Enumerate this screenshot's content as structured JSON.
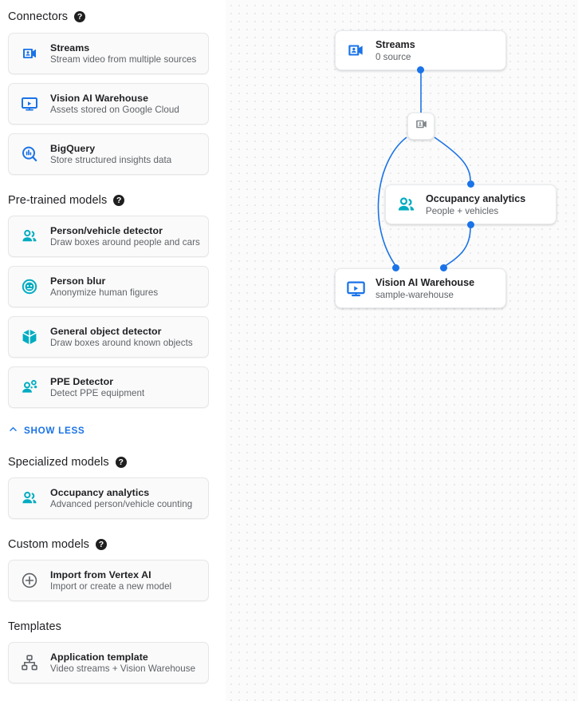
{
  "sidebar": {
    "sections": [
      {
        "title": "Connectors",
        "has_help": true,
        "help_icon": "help-icon",
        "items": [
          {
            "name": "Streams",
            "desc": "Stream video from multiple sources",
            "icon": "video-camera-icon",
            "color": "#1a73e8"
          },
          {
            "name": "Vision AI Warehouse",
            "desc": "Assets stored on Google Cloud",
            "icon": "monitor-play-icon",
            "color": "#1a73e8"
          },
          {
            "name": "BigQuery",
            "desc": "Store structured insights data",
            "icon": "bigquery-icon",
            "color": "#1a73e8"
          }
        ]
      },
      {
        "title": "Pre-trained models",
        "has_help": true,
        "help_icon": "help-icon",
        "items": [
          {
            "name": "Person/vehicle detector",
            "desc": "Draw boxes around people and cars",
            "icon": "people-icon",
            "color": "#00acc1"
          },
          {
            "name": "Person blur",
            "desc": "Anonymize human figures",
            "icon": "face-blur-icon",
            "color": "#00acc1"
          },
          {
            "name": "General object detector",
            "desc": "Draw boxes around known objects",
            "icon": "cube-icon",
            "color": "#00acc1"
          },
          {
            "name": "PPE Detector",
            "desc": "Detect PPE equipment",
            "icon": "ppe-person-icon",
            "color": "#00acc1"
          }
        ]
      },
      {
        "title": "Specialized models",
        "has_help": true,
        "help_icon": "help-icon",
        "items": [
          {
            "name": "Occupancy analytics",
            "desc": "Advanced person/vehicle counting",
            "icon": "people-icon",
            "color": "#00acc1"
          }
        ]
      },
      {
        "title": "Custom models",
        "has_help": true,
        "help_icon": "help-icon",
        "items": [
          {
            "name": "Import from Vertex AI",
            "desc": "Import or create a new model",
            "icon": "plus-circle-icon",
            "color": "#5f6368"
          }
        ]
      },
      {
        "title": "Templates",
        "has_help": false,
        "items": [
          {
            "name": "Application template",
            "desc": "Video streams + Vision Warehouse",
            "icon": "sitemap-icon",
            "color": "#5f6368"
          }
        ]
      }
    ],
    "show_less": {
      "label": "SHOW LESS",
      "icon": "chevron-up-icon",
      "color": "#1a73e8"
    }
  },
  "canvas": {
    "nodes": [
      {
        "id": "streams",
        "title": "Streams",
        "subtitle": "0 source",
        "icon": "video-camera-icon",
        "icon_color": "#1a73e8"
      },
      {
        "id": "occupancy",
        "title": "Occupancy analytics",
        "subtitle": "People + vehicles",
        "icon": "people-icon",
        "icon_color": "#00acc1"
      },
      {
        "id": "warehouse",
        "title": "Vision AI Warehouse",
        "subtitle": "sample-warehouse",
        "icon": "monitor-play-icon",
        "icon_color": "#1a73e8"
      }
    ],
    "mini_node": {
      "id": "stream-source",
      "icon": "video-camera-icon",
      "icon_color": "#80868b"
    },
    "edge_color": "#1a73e8",
    "port_color": "#1a73e8",
    "grid_dot_color": "#e3e3e3",
    "background": "#fbfbfb"
  }
}
